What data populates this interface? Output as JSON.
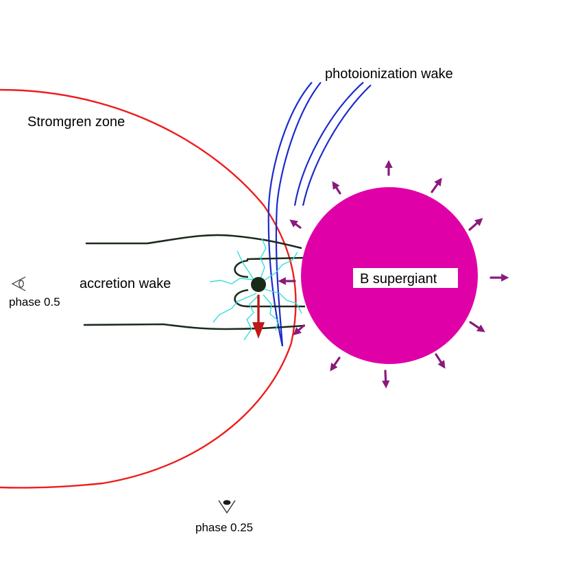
{
  "labels": {
    "photoionization_wake": "photoionization wake",
    "stromgren_zone": "Stromgren zone",
    "accretion_wake": "accretion wake",
    "b_supergiant": "B supergiant",
    "phase_05": "phase 0.5",
    "phase_025": "phase 0.25"
  },
  "colors": {
    "stromgren_boundary": "#ee1c1c",
    "photoionization_wake": "#1a2bcc",
    "supergiant": "#e000a8",
    "stellar_wind_arrows": "#8a1a7a",
    "accretion_wake": "#1a2a1a",
    "x_ray_lines": "#33dddd",
    "orbital_motion_arrow": "#c01818",
    "compact_object": "#1a2a1a"
  },
  "icons": {
    "observer_phase_05": "eye-icon",
    "observer_phase_025": "eye-icon"
  }
}
